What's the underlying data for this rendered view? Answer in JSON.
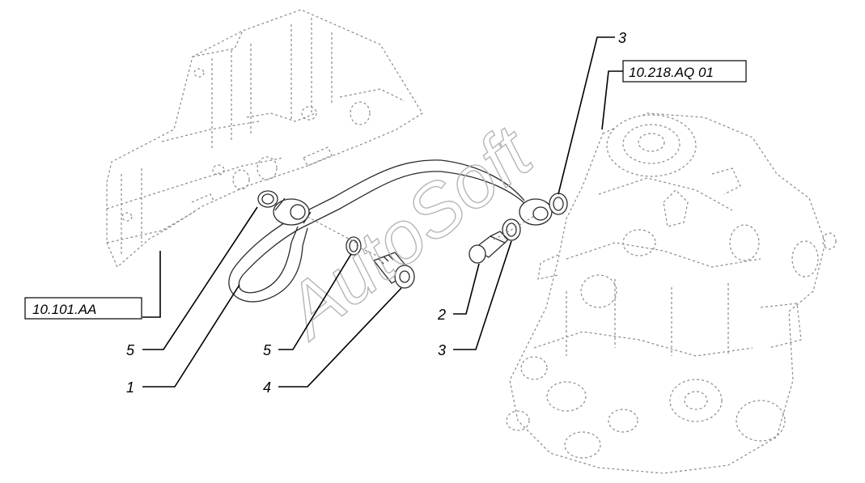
{
  "references": {
    "engine_block": "10.101.AA",
    "injection_pump": "10.218.AQ 01"
  },
  "callouts": {
    "pipe": "1",
    "banjo_bolt_pump": "2",
    "seal_ring_pump": "3",
    "seal_ring_top": "3",
    "banjo_bolt_block": "4",
    "seal_ring_left": "5",
    "seal_ring_center": "5"
  },
  "watermark": "AutoSoft",
  "colors": {
    "line": "#2b2b2b",
    "ghost": "#8a8a8a",
    "watermark": "#b5b5b5"
  }
}
